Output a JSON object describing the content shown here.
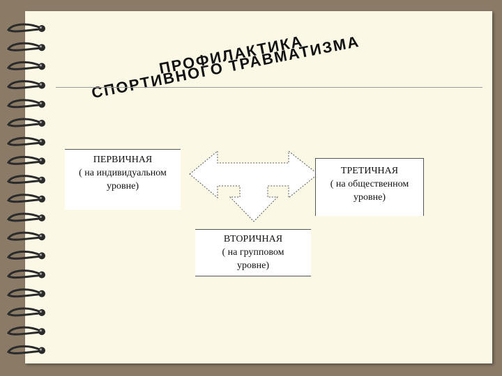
{
  "title": {
    "line1": "ПРОФИЛАКТИКА",
    "line2": "СПОРТИВНОГО ТРАВМАТИЗМА"
  },
  "boxes": {
    "primary": {
      "label": "ПЕРВИЧНАЯ",
      "sub1": "( на индивидуальном",
      "sub2": "уровне)"
    },
    "tertiary": {
      "label": "ТРЕТИЧНАЯ",
      "sub1": "( на общественном",
      "sub2": "уровне)"
    },
    "secondary": {
      "label": "ВТОРИЧНАЯ",
      "sub1": "( на групповом",
      "sub2": "уровне)"
    }
  },
  "colors": {
    "background": "#8a7a66",
    "paper": "#fbf8e6",
    "ring": "#2b2b2b",
    "text": "#111111"
  }
}
